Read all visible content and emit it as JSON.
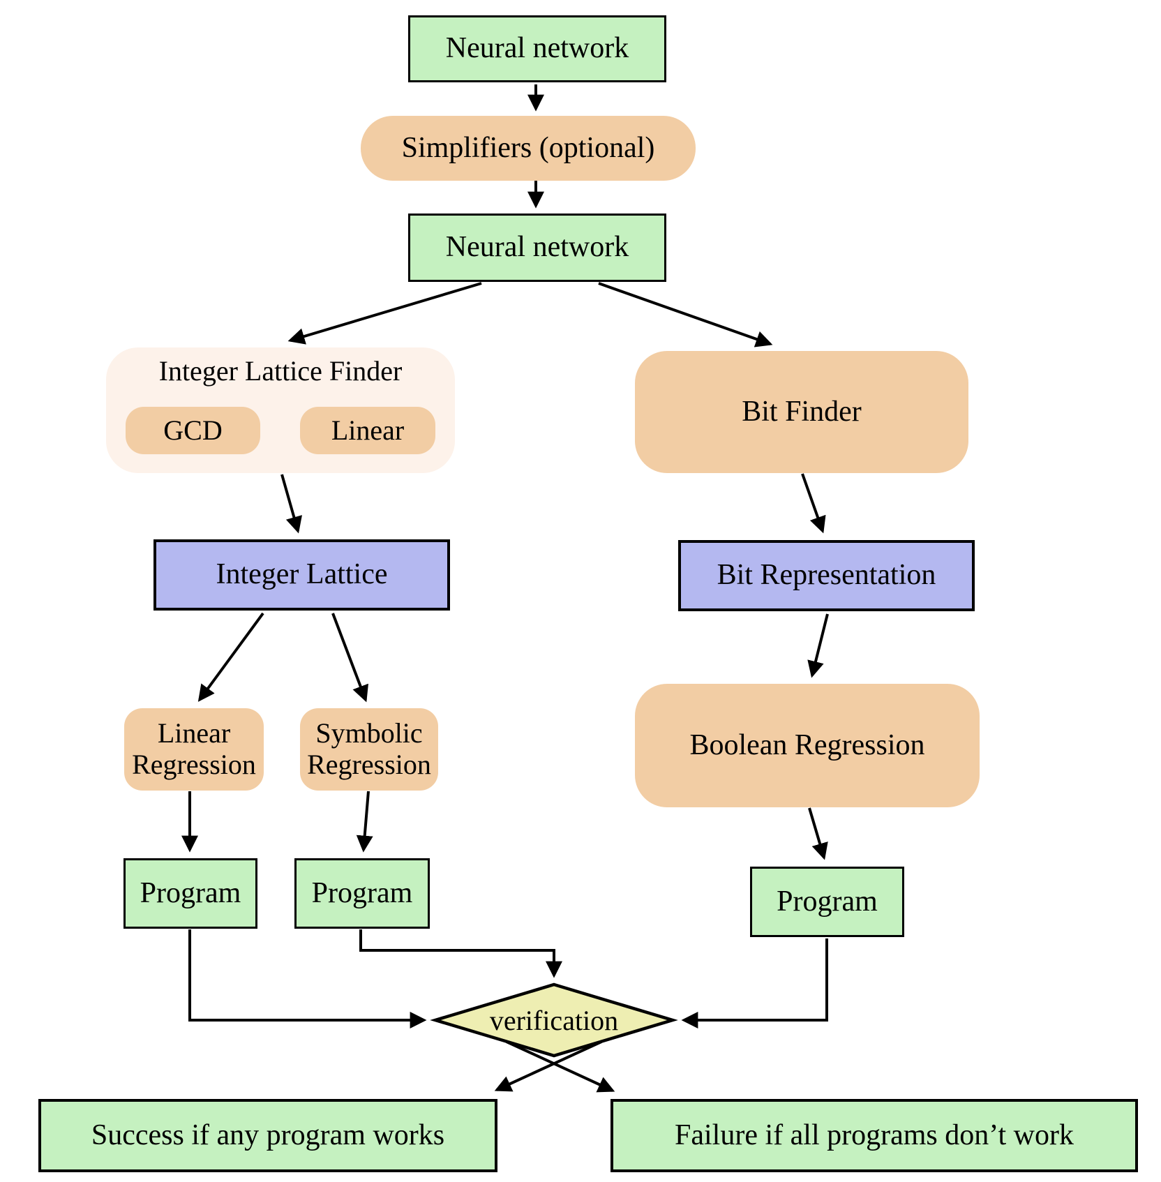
{
  "colors": {
    "node_green": "#c5f1c0",
    "node_orange": "#f2cda4",
    "container_cream": "#fdf2ea",
    "node_purple": "#b4b8f0",
    "diamond_yellow": "#eeeeb2",
    "line_black": "#000000"
  },
  "nodes": {
    "neural_network_top": {
      "label": "Neural network"
    },
    "simplifiers": {
      "label": "Simplifiers (optional)"
    },
    "neural_network_mid": {
      "label": "Neural network"
    },
    "integer_lattice_finder": {
      "label": "Integer Lattice Finder",
      "children": [
        {
          "label": "GCD"
        },
        {
          "label": "Linear"
        }
      ]
    },
    "bit_finder": {
      "label": "Bit Finder"
    },
    "integer_lattice": {
      "label": "Integer Lattice"
    },
    "bit_representation": {
      "label": "Bit Representation"
    },
    "linear_regression": {
      "label": "Linear Regression"
    },
    "symbolic_regression": {
      "label": "Symbolic Regression"
    },
    "boolean_regression": {
      "label": "Boolean Regression"
    },
    "program_1": {
      "label": "Program"
    },
    "program_2": {
      "label": "Program"
    },
    "program_3": {
      "label": "Program"
    },
    "verification": {
      "label": "verification"
    },
    "success": {
      "label": "Success if any program works"
    },
    "failure": {
      "label": "Failure if all programs don’t work"
    }
  },
  "edges": [
    {
      "from": "neural_network_top",
      "to": "simplifiers"
    },
    {
      "from": "simplifiers",
      "to": "neural_network_mid"
    },
    {
      "from": "neural_network_mid",
      "to": "integer_lattice_finder"
    },
    {
      "from": "neural_network_mid",
      "to": "bit_finder"
    },
    {
      "from": "integer_lattice_finder",
      "to": "integer_lattice"
    },
    {
      "from": "bit_finder",
      "to": "bit_representation"
    },
    {
      "from": "integer_lattice",
      "to": "linear_regression"
    },
    {
      "from": "integer_lattice",
      "to": "symbolic_regression"
    },
    {
      "from": "bit_representation",
      "to": "boolean_regression"
    },
    {
      "from": "linear_regression",
      "to": "program_1"
    },
    {
      "from": "symbolic_regression",
      "to": "program_2"
    },
    {
      "from": "boolean_regression",
      "to": "program_3"
    },
    {
      "from": "program_1",
      "to": "verification"
    },
    {
      "from": "program_2",
      "to": "verification"
    },
    {
      "from": "program_3",
      "to": "verification"
    },
    {
      "from": "verification",
      "to": "success"
    },
    {
      "from": "verification",
      "to": "failure"
    }
  ]
}
